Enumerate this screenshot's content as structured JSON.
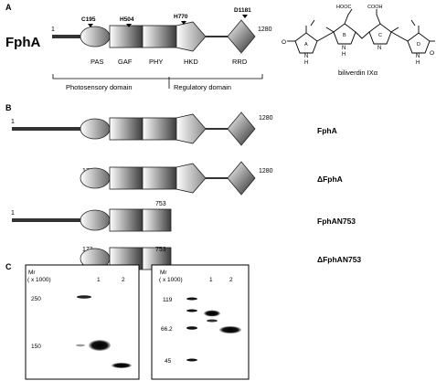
{
  "panel_a": {
    "letter": "A",
    "protein_label": "FphA",
    "start_num": "1",
    "end_num": "1280",
    "residues": {
      "c195": "C195",
      "h504": "H504",
      "h770": "H770",
      "d1181": "D1181"
    },
    "domains": {
      "pas": "PAS",
      "gaf": "GAF",
      "phy": "PHY",
      "hkd": "HKD",
      "rrd": "RRD"
    },
    "brackets": {
      "photosensory": "Photosensory domain",
      "regulatory": "Regulatory domain"
    },
    "chem": {
      "name": "biliverdin IXα",
      "cooh_left": "HOOC",
      "cooh_right": "COOH",
      "ring_a": "A",
      "ring_b": "B",
      "ring_c": "C",
      "ring_d": "D",
      "nh": "H",
      "n_left": "N",
      "n_right": "N",
      "h_left": "H",
      "h_right": "H",
      "n_b": "N",
      "n_c": "N",
      "o_left": "O",
      "o_right": "O"
    }
  },
  "panel_b": {
    "letter": "B",
    "constructs": [
      {
        "name": "FphA",
        "start": "1",
        "end": "1280"
      },
      {
        "name": "ΔFphA",
        "start": "173",
        "end": "1280"
      },
      {
        "name": "FphAN753",
        "start": "1",
        "end": "753"
      },
      {
        "name": "ΔFphAN753",
        "start": "173",
        "end": "753"
      }
    ]
  },
  "panel_c": {
    "letter": "C",
    "gel_left": {
      "mr_label": "Mr",
      "mr_unit": "( x 1000)",
      "markers": [
        "250",
        "150"
      ],
      "lanes": [
        "1",
        "2"
      ]
    },
    "gel_right": {
      "mr_label": "Mr",
      "mr_unit": "( x 1000)",
      "markers": [
        "119",
        "66.2",
        "45"
      ],
      "lanes": [
        "1",
        "2"
      ]
    }
  }
}
